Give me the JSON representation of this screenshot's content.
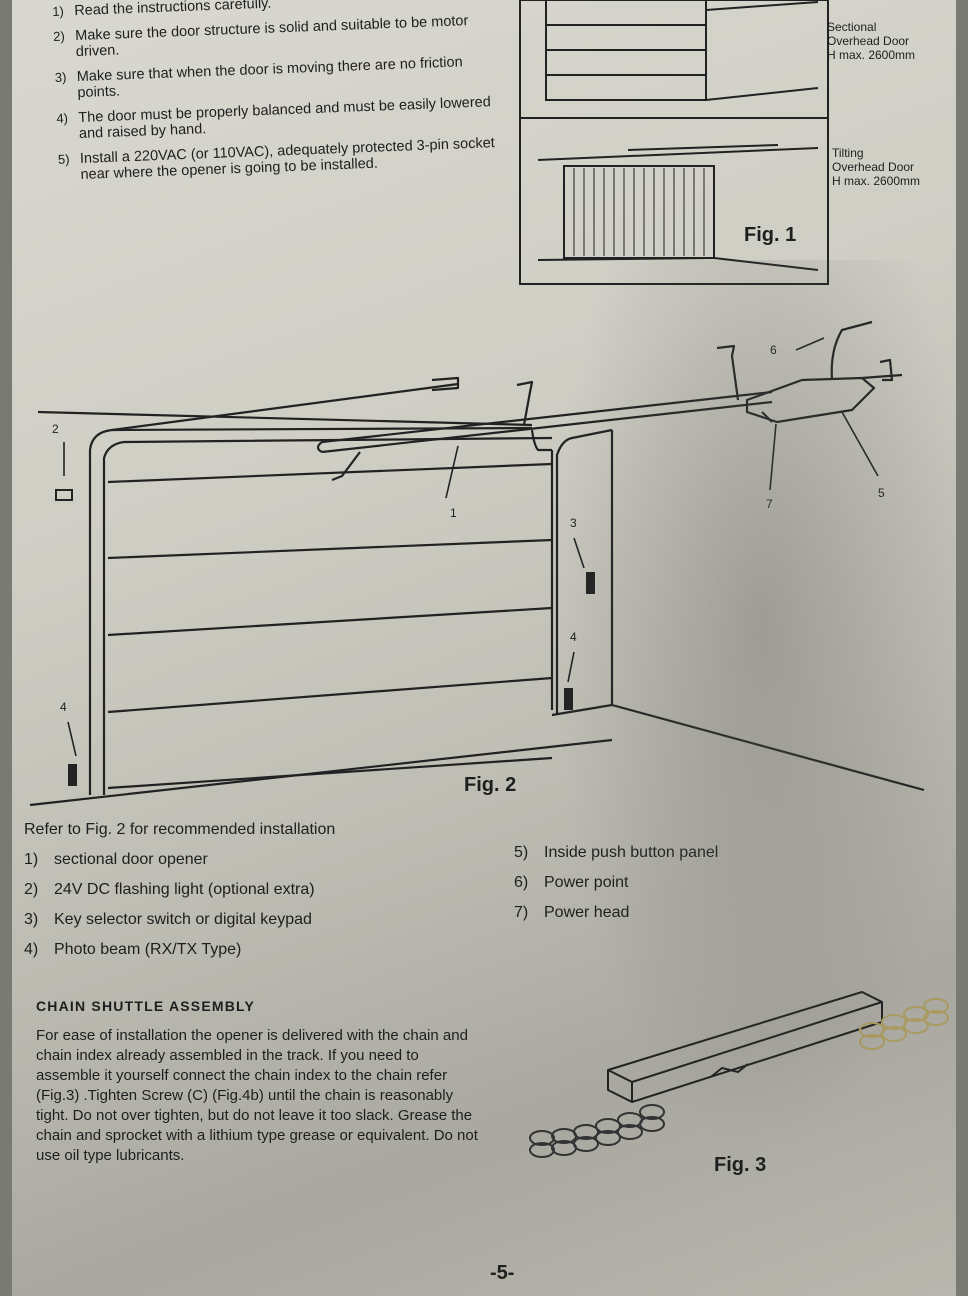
{
  "instructions": [
    {
      "num": "1)",
      "text": "Read the instructions carefully."
    },
    {
      "num": "2)",
      "text": "Make sure the door structure is solid and suitable to be motor driven."
    },
    {
      "num": "3)",
      "text": "Make sure that when the door is moving there are no friction points."
    },
    {
      "num": "4)",
      "text": "The door must be properly balanced and must be easily lowered and raised by hand."
    },
    {
      "num": "5)",
      "text": "Install a 220VAC (or 110VAC), adequately protected 3-pin socket near where the opener is going to be installed."
    }
  ],
  "fig1": {
    "label": "Fig. 1",
    "door_a": {
      "line1": "Sectional",
      "line2": "Overhead Door",
      "line3": "H max. 2600mm"
    },
    "door_b": {
      "line1": "Tilting",
      "line2": "Overhead Door",
      "line3": "H max. 2600mm"
    }
  },
  "fig2": {
    "label": "Fig. 2",
    "callouts": [
      "1",
      "2",
      "3",
      "4",
      "4",
      "5",
      "6",
      "7"
    ]
  },
  "legend": {
    "intro": "Refer to Fig. 2 for recommended installation",
    "left": [
      {
        "num": "1)",
        "text": "sectional door opener"
      },
      {
        "num": "2)",
        "text": "24V DC flashing light (optional extra)"
      },
      {
        "num": "3)",
        "text": "Key selector switch or digital keypad"
      },
      {
        "num": "4)",
        "text": "Photo beam (RX/TX Type)"
      }
    ],
    "right": [
      {
        "num": "5)",
        "text": "Inside push button panel"
      },
      {
        "num": "6)",
        "text": "Power point"
      },
      {
        "num": "7)",
        "text": "Power head"
      }
    ]
  },
  "chain_section": {
    "title": "CHAIN SHUTTLE ASSEMBLY",
    "body": "For ease of installation the opener is delivered with the chain and chain index already assembled in the track. If you need to assemble it yourself connect the chain index to the chain refer (Fig.3) .Tighten Screw (C) (Fig.4b) until the chain is reasonably tight. Do not over tighten, but do not leave it too slack. Grease the chain and sprocket with a lithium type grease or equivalent. Do not use oil type lubricants."
  },
  "fig3": {
    "label": "Fig. 3"
  },
  "page_number": "-5-"
}
